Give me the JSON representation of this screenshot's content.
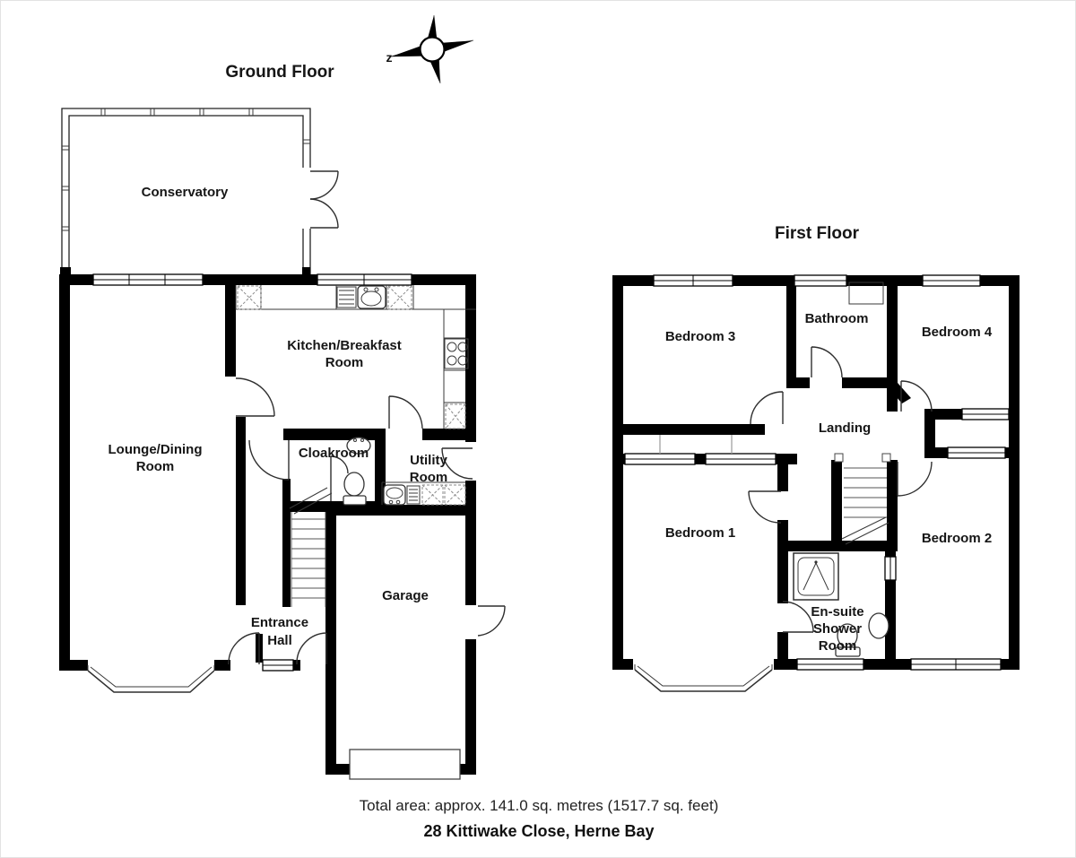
{
  "ground_floor": {
    "title": "Ground Floor",
    "rooms": {
      "conservatory": {
        "label": "Conservatory"
      },
      "kitchen_breakfast_room": {
        "lines": [
          "Kitchen/Breakfast",
          "Room"
        ]
      },
      "lounge_dining_room": {
        "lines": [
          "Lounge/Dining",
          "Room"
        ]
      },
      "cloakroom": {
        "label": "Cloakroom"
      },
      "utility_room": {
        "lines": [
          "Utility",
          "Room"
        ]
      },
      "entrance_hall": {
        "lines": [
          "Entrance",
          "Hall"
        ]
      },
      "garage": {
        "label": "Garage"
      }
    }
  },
  "first_floor": {
    "title": "First Floor",
    "rooms": {
      "bedroom_3": {
        "label": "Bedroom 3"
      },
      "bathroom": {
        "label": "Bathroom"
      },
      "bedroom_4": {
        "label": "Bedroom 4"
      },
      "landing": {
        "label": "Landing"
      },
      "bedroom_1": {
        "label": "Bedroom 1"
      },
      "bedroom_2": {
        "label": "Bedroom 2"
      },
      "ensuite_shower_room": {
        "lines": [
          "En-suite",
          "Shower",
          "Room"
        ]
      }
    }
  },
  "compass": {
    "north_label": "z"
  },
  "footer": {
    "total_area": "Total area: approx. 141.0 sq. metres (1517.7 sq. feet)",
    "address": "28 Kittiwake Close, Herne Bay"
  },
  "colors": {
    "walls": "#000000",
    "background": "#ffffff",
    "text": "#1a1a1a"
  }
}
